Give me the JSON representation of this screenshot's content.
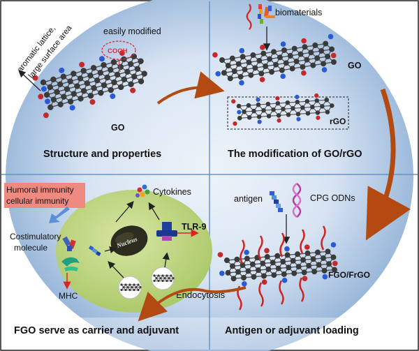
{
  "quadrants": {
    "top_left": {
      "title": "Structure and properties",
      "annotation_lattice_line1": "aromatic lattice,",
      "annotation_lattice_line2": "large surface area",
      "annotation_modified": "easily modified",
      "cooh_label": "COOH",
      "go_label": "GO"
    },
    "top_right": {
      "title": "The modification of GO/rGO",
      "biomaterials_label": "biomaterials",
      "go_label": "GO",
      "rgo_label": "rGO"
    },
    "bottom_left": {
      "title": "FGO serve as carrier and adjuvant",
      "humoral_line1": "Humoral immunity",
      "humoral_line2": "cellular immunity",
      "cytokines_label": "Cytokines",
      "tlr_label": "TLR-9",
      "nucleus_label": "Nucleus",
      "costim_line1": "Costimulatory",
      "costim_line2": "molecule",
      "mhc_label": "MHC",
      "endocytosis_label": "Endocytosis"
    },
    "bottom_right": {
      "title": "Antigen or adjuvant loading",
      "antigen_label": "antigen",
      "cpg_label": "CPG ODNs",
      "fgo_label": "FGO/FrGO"
    }
  },
  "colors": {
    "circle_light": "#dfe9f6",
    "circle_dark": "#8fb0d6",
    "divider": "#3f7fc0",
    "curve_arrow": "#b34a12",
    "cell": "#c9dc8e",
    "humoral_box": "#f08a80",
    "atom_dark": "#3a3a3a",
    "atom_red": "#c6282c",
    "atom_blue": "#2a5bd7"
  }
}
